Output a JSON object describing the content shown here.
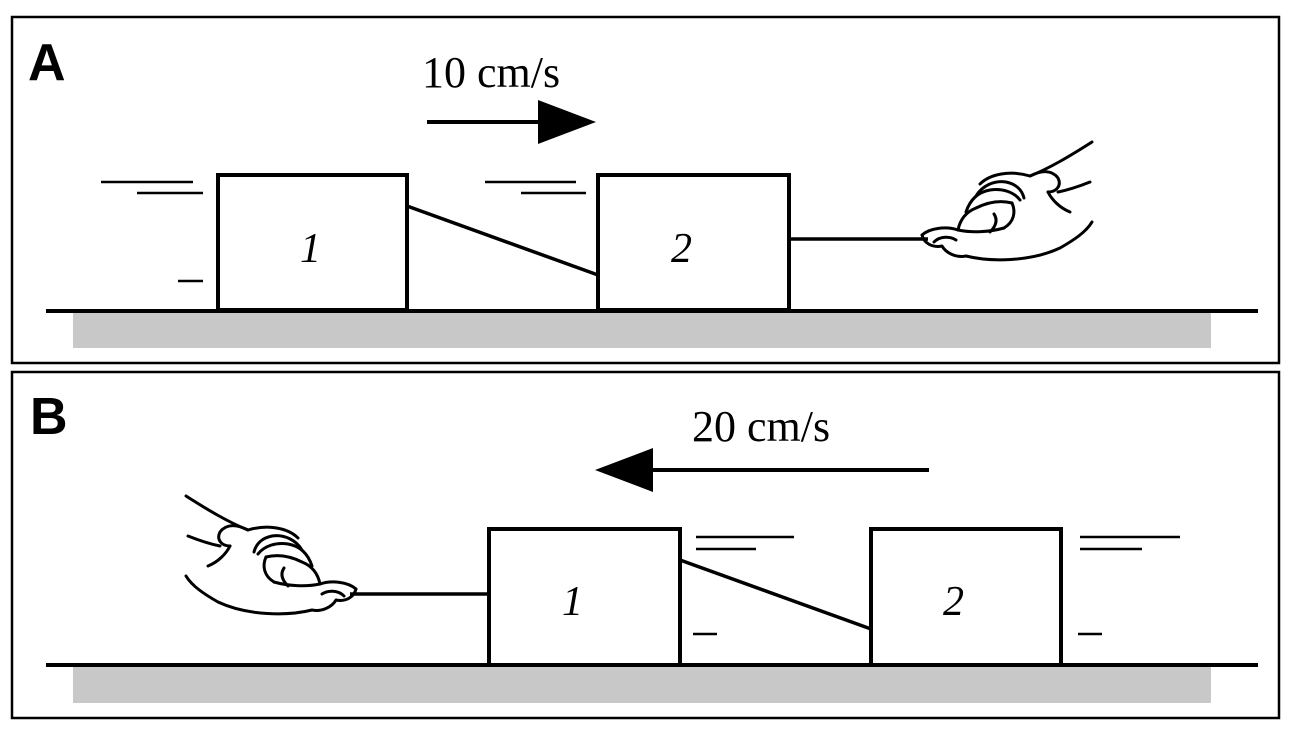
{
  "panel_a": {
    "label": "A",
    "speed": "10 cm/s",
    "direction": "right",
    "block_left": "1",
    "block_right": "2"
  },
  "panel_b": {
    "label": "B",
    "speed": "20 cm/s",
    "direction": "left",
    "block_left": "1",
    "block_right": "2"
  },
  "colors": {
    "ground": "#c8c8c8",
    "ink": "#000000"
  }
}
